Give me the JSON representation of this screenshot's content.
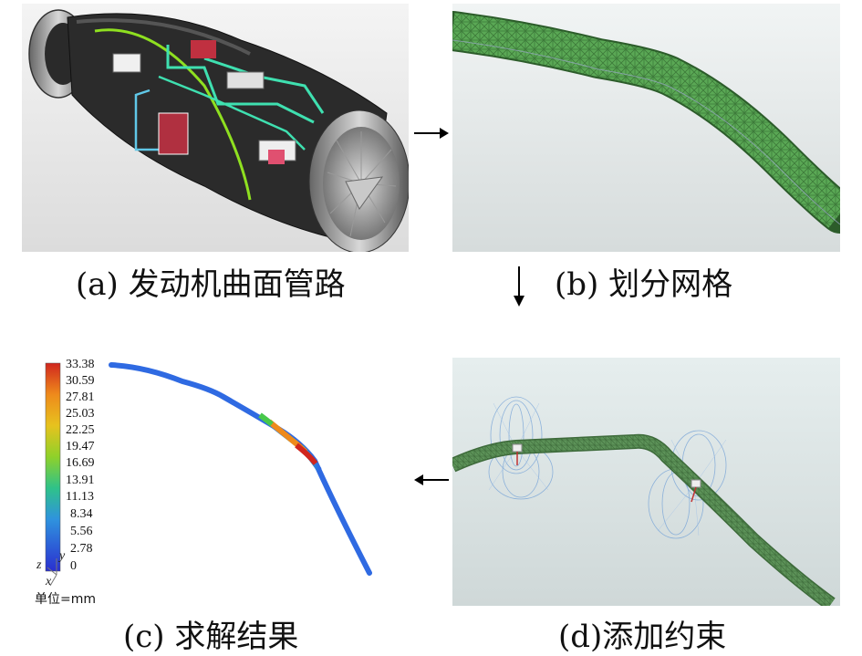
{
  "captions": {
    "a": "(a) 发动机曲面管路",
    "b": "(b) 划分网格",
    "c": "(c) 求解结果",
    "d": "(d)添加约束"
  },
  "colorbar": {
    "labels": [
      "33.38",
      "30.59",
      "27.81",
      "25.03",
      "22.25",
      "19.47",
      "16.69",
      "13.91",
      "11.13",
      "8.34",
      "5.56",
      "2.78",
      "0"
    ],
    "colors": [
      "#d0261e",
      "#e0501c",
      "#ee8a1c",
      "#e7c21e",
      "#c3da1f",
      "#8fd12a",
      "#48c84a",
      "#2fc289",
      "#2bb5c3",
      "#2f93de",
      "#2f6ae2",
      "#2d45d8",
      "#2a2fd0"
    ]
  },
  "axes": {
    "z": "z",
    "y": "y",
    "x": "x"
  },
  "unit_label": "单位=mm"
}
